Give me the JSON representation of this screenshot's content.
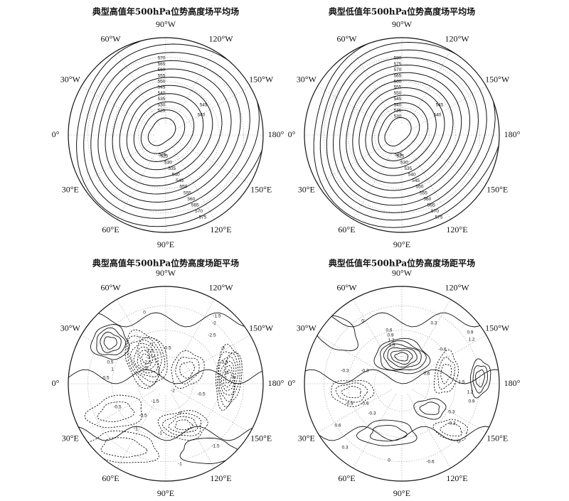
{
  "chart_data": [
    {
      "type": "contour",
      "projection": "north-polar-stereographic",
      "title": "典型高值年500hPa位势高度场平均场",
      "longitude_labels": [
        "90°W",
        "120°W",
        "150°W",
        "180°",
        "150°E",
        "120°E",
        "90°E",
        "60°E",
        "30°E",
        "0°",
        "30°W",
        "60°W"
      ],
      "contour_levels": [
        525,
        530,
        535,
        540,
        545,
        550,
        555,
        560,
        565,
        570,
        575
      ],
      "labels_upper": [
        "570",
        "565",
        "560",
        "555",
        "550",
        "545",
        "540",
        "535",
        "530",
        "525"
      ],
      "labels_right": [
        "545",
        "540"
      ],
      "labels_lower": [
        "525",
        "530",
        "535",
        "540",
        "545",
        "550",
        "555",
        "560",
        "565",
        "570",
        "575"
      ],
      "low_center": "525",
      "grid": true
    },
    {
      "type": "contour",
      "projection": "north-polar-stereographic",
      "title": "典型低值年500hPa位势高度场平均场",
      "longitude_labels": [
        "90°W",
        "120°W",
        "150°W",
        "180°",
        "150°E",
        "120°E",
        "90°E",
        "60°E",
        "30°E",
        "0°",
        "30°W",
        "60°W"
      ],
      "contour_levels": [
        525,
        530,
        535,
        540,
        545,
        550,
        555,
        560,
        565,
        570,
        575,
        580
      ],
      "labels_upper": [
        "580",
        "575",
        "570",
        "565",
        "560",
        "555",
        "550",
        "545",
        "540",
        "535",
        "530"
      ],
      "labels_right": [
        "545",
        "540"
      ],
      "labels_lower": [
        "525",
        "530",
        "535",
        "540",
        "545",
        "550",
        "555",
        "560",
        "565",
        "570",
        "575"
      ],
      "low_center": "525",
      "grid": true
    },
    {
      "type": "contour",
      "projection": "north-polar-stereographic",
      "title": "典型高值年500hPa位势高度场距平场",
      "longitude_labels": [
        "90°W",
        "120°W",
        "150°W",
        "180°",
        "150°E",
        "120°E",
        "90°E",
        "60°E",
        "30°E",
        "0°",
        "30°W",
        "60°W"
      ],
      "negative_dashed": true,
      "labels": [
        "0",
        "-1.5",
        "-2",
        "-2.5",
        "-1",
        "-1.5",
        "-2",
        "-2.5",
        "-3",
        "-0.5",
        "-3",
        "-3.5",
        "-4",
        "0.5",
        "1",
        "-0.5",
        "-2",
        "-1.5",
        "-0.5",
        "-0.5",
        "-0.5",
        "0",
        "-1",
        "-1",
        "-1.5",
        "-1"
      ],
      "grid": true
    },
    {
      "type": "contour",
      "projection": "north-polar-stereographic",
      "title": "典型低值年500hPa位势高度场距平场",
      "longitude_labels": [
        "90°W",
        "120°W",
        "150°W",
        "180°",
        "150°E",
        "120°E",
        "90°E",
        "60°E",
        "30°E",
        "0°",
        "30°W",
        "60°W"
      ],
      "negative_dashed": true,
      "labels": [
        "0",
        "0.6",
        "0.9",
        "1.2",
        "1.5",
        "0.3",
        "0.9",
        "1.2",
        "-0.3",
        "-0.6",
        "0.6",
        "-0.3",
        "-0.9",
        "-0.6",
        "-0.3",
        "1.5",
        "1.2",
        "0.9",
        "0.3",
        "-0.3",
        "0.6",
        "0.3",
        "0",
        "-0.6",
        "0"
      ],
      "grid": true
    }
  ]
}
